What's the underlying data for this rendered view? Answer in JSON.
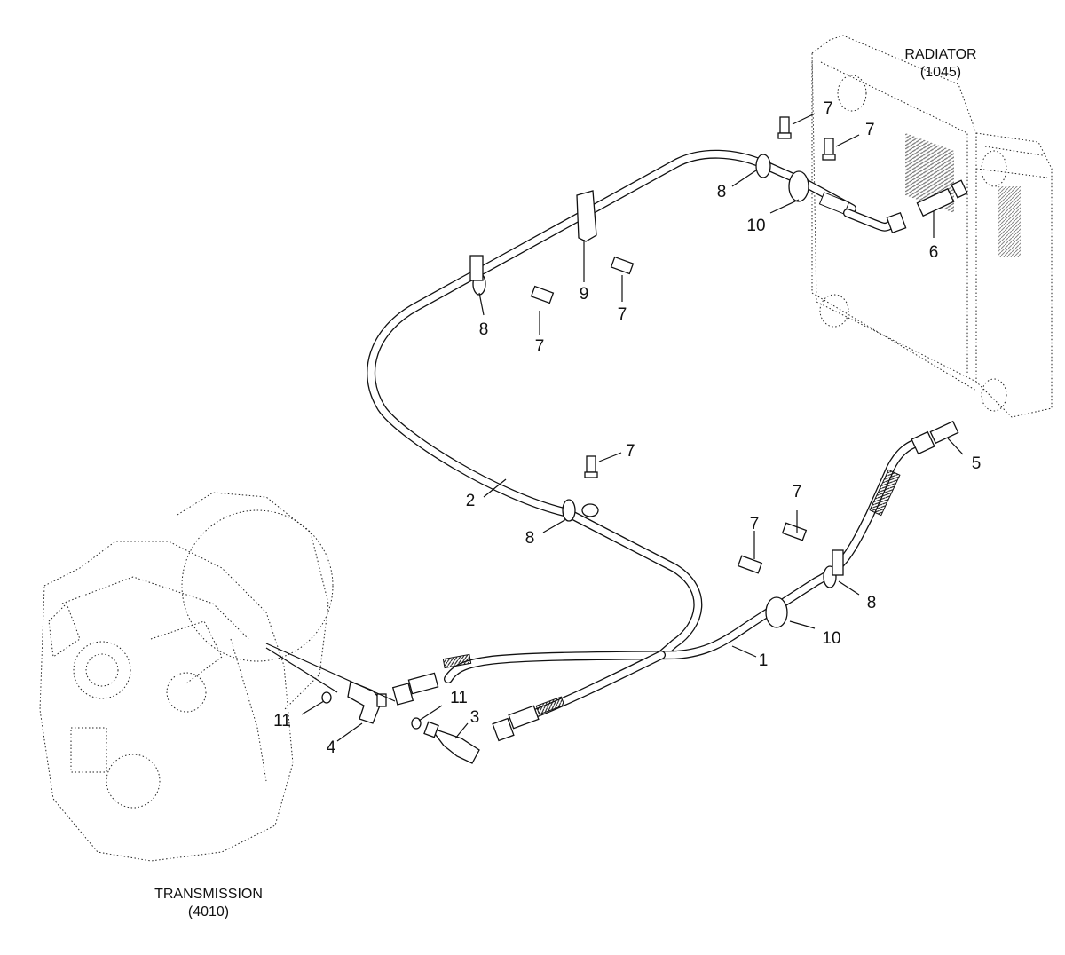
{
  "components": {
    "radiator": {
      "name": "RADIATOR",
      "code": "(1045)"
    },
    "transmission": {
      "name": "TRANSMISSION",
      "code": "(4010)"
    }
  },
  "callouts": {
    "c7a": "7",
    "c7b": "7",
    "c8a": "8",
    "c10a": "10",
    "c6": "6",
    "c9": "9",
    "c7c": "7",
    "c8b": "8",
    "c7d": "7",
    "c7e": "7",
    "c2": "2",
    "c8c": "8",
    "c5": "5",
    "c7f": "7",
    "c7g": "7",
    "c8d": "8",
    "c10b": "10",
    "c1": "1",
    "c11a": "11",
    "c11b": "11",
    "c3": "3",
    "c4": "4"
  }
}
